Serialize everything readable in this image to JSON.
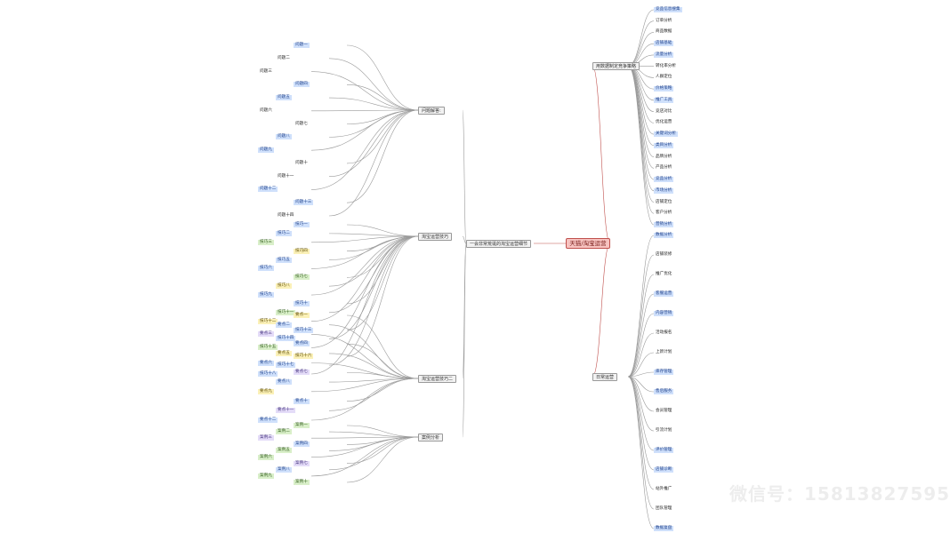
{
  "root": "天猫/淘宝运营",
  "left_hub": "一会非常荒诞的淘宝运营细节",
  "right": [
    {
      "label": "用数据制定竞争策略",
      "children": [
        "竞品信息搜集",
        "订单分析",
        "商品数据",
        "店铺基础",
        "流量分析",
        "转化率分析",
        "人群定位",
        "价格策略",
        "推广工具",
        "竞店对比",
        "优化运营",
        "关键词分析",
        "类目分析",
        "品牌分析",
        "产品分析",
        "竞品分析",
        "市场分析",
        "店铺定位",
        "客户分析",
        "营销分析"
      ]
    },
    {
      "label": "日常运营",
      "children": [
        "数据分析",
        "店铺装修",
        "推广优化",
        "客服运营",
        "内容营销",
        "活动报名",
        "上新计划",
        "库存管理",
        "售后服务",
        "会员管理",
        "引流计划",
        "评价管理",
        "店铺诊断",
        "站外推广",
        "团队管理",
        "数据复盘"
      ]
    }
  ],
  "left": [
    {
      "label": "问题解答:",
      "children": [
        "问题一",
        "问题二",
        "问题三",
        "问题四",
        "问题五",
        "问题六",
        "问题七",
        "问题八",
        "问题九",
        "问题十",
        "问题十一",
        "问题十二",
        "问题十三",
        "问题十四"
      ]
    },
    {
      "label": "淘宝运营技巧",
      "children": [
        "技巧一",
        "技巧二",
        "技巧三",
        "技巧四",
        "技巧五",
        "技巧六",
        "技巧七",
        "技巧八",
        "技巧九",
        "技巧十",
        "技巧十一",
        "技巧十二",
        "技巧十三",
        "技巧十四",
        "技巧十五",
        "技巧十六",
        "技巧十七",
        "技巧十八"
      ]
    },
    {
      "label": "淘宝运营技巧二",
      "children": [
        "要点一",
        "要点二",
        "要点三",
        "要点四",
        "要点五",
        "要点六",
        "要点七",
        "要点八",
        "要点九",
        "要点十",
        "要点十一",
        "要点十二"
      ]
    },
    {
      "label": "案例分析",
      "children": [
        "案例一",
        "案例二",
        "案例三",
        "案例四",
        "案例五",
        "案例六",
        "案例七",
        "案例八",
        "案例九",
        "案例十"
      ]
    }
  ],
  "watermark": "微信号：15813827595"
}
